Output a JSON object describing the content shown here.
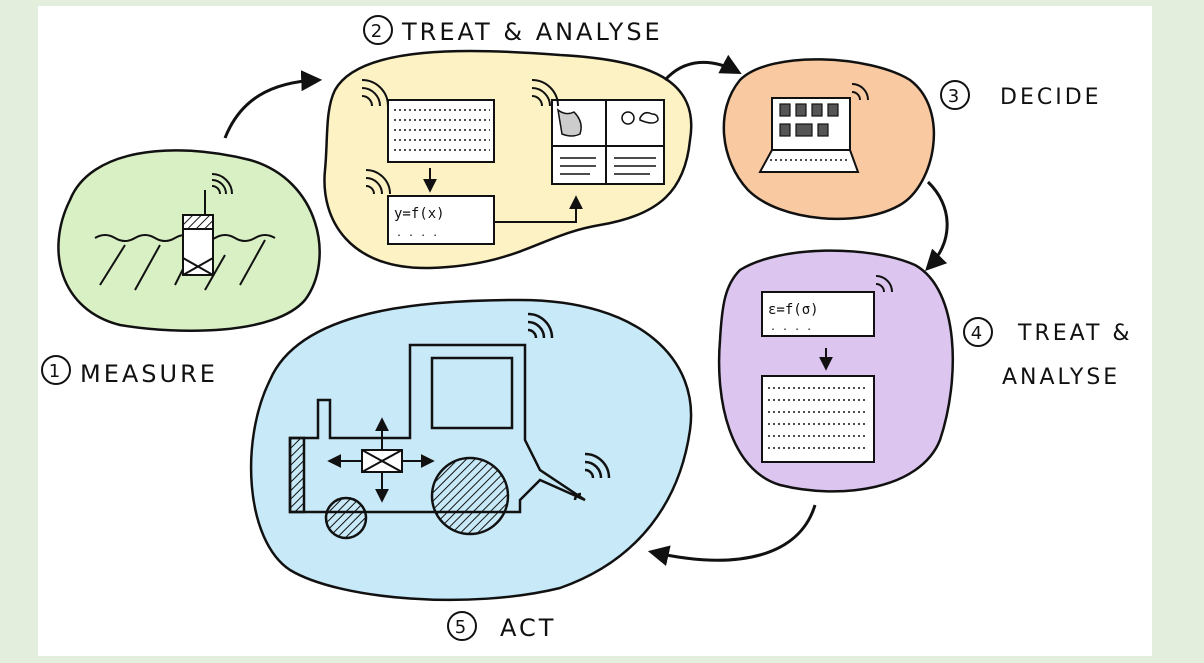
{
  "steps": [
    {
      "number": "1",
      "label": "MEASURE",
      "color": "#d9f0c4"
    },
    {
      "number": "2",
      "label": "TREAT & ANALYSE",
      "color": "#fdf2c4"
    },
    {
      "number": "3",
      "label": "DECIDE",
      "color": "#f9c9a1"
    },
    {
      "number": "4",
      "label_line1": "TREAT &",
      "label_line2": "ANALYSE",
      "color": "#dcc5ef"
    },
    {
      "number": "5",
      "label": "ACT",
      "color": "#c8e9f7"
    }
  ],
  "formulas": {
    "treat_analyse": "y=f(x)",
    "treat_analyse_2": "ε=f(σ)"
  },
  "outline_color": "#111111",
  "border_color": "#e4eedd"
}
